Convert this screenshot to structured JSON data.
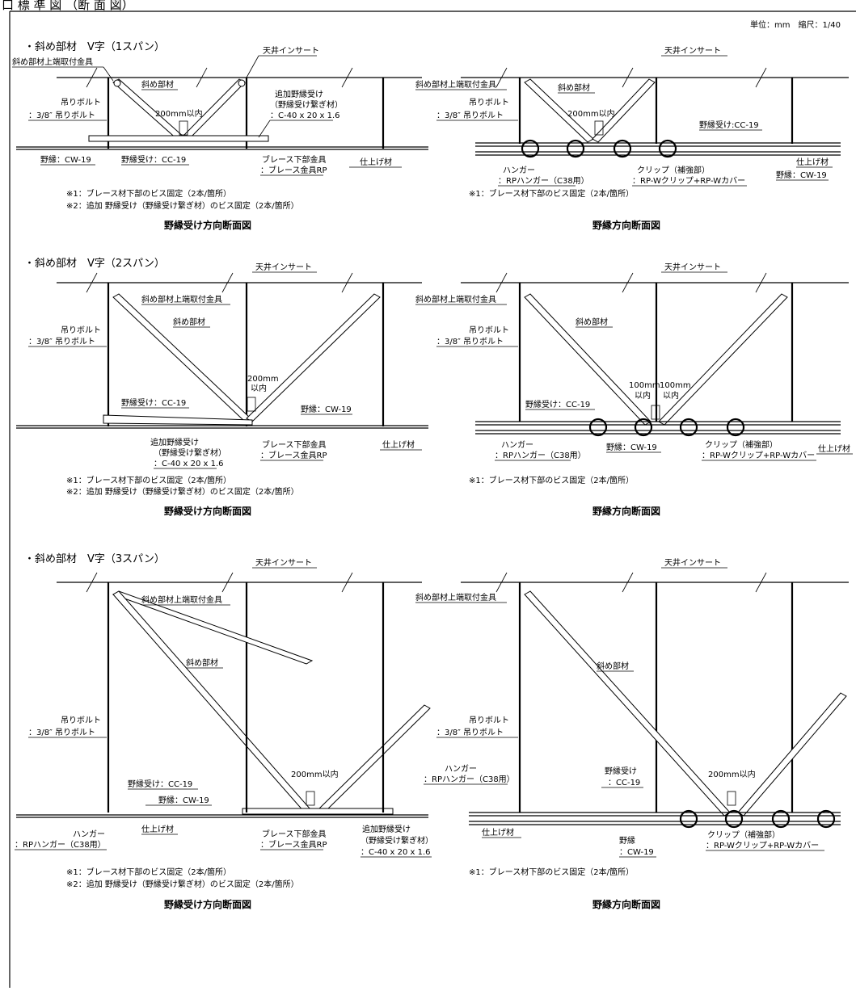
{
  "sheet": {
    "header": "口 標 準 図 （断 面 図）",
    "scale": "単位：mm　縮尺：1/40"
  },
  "labels": {
    "insert": "天井インサート",
    "brace": "斜め部材",
    "brace_top": "斜め部材上端取付金具",
    "bolt1": "吊りボルト",
    "bolt2": "：3/8″ 吊りボルト",
    "within200": "200mm以内",
    "within200a": "200mm",
    "within200b": "以内",
    "within100a": "100mm",
    "within100b": "以内",
    "add1": "追加野縁受け",
    "add2": "（野縁受け繋ぎ材）",
    "add3": "：C-40 x 20 x 1.6",
    "nobuchi": "野縁：CW-19",
    "nobuchiuke": "野縁受け：CC-19",
    "nobuchiuke_a": "野縁受け",
    "nobuchiuke_b": "：CC-19",
    "nobuchi_a": "野縁",
    "nobuchi_b": "：CW-19",
    "bl1": "ブレース下部金具",
    "bl2": "：ブレース金具RP",
    "finish": "仕上げ材",
    "hanger1": "ハンガー",
    "hanger2": "：RPハンガー（C38用）",
    "clip1": "クリップ（補強部）",
    "clip2": "：RP-Wクリップ+RP-Wカバー",
    "clip_plain": "クリップ（補強部）",
    "nobuchiuke_colon": "野縁受け:CC-19",
    "note1": "※1：ブレース材下部のビス固定（2本/箇所）",
    "note2": "※2：追加 野縁受け（野縁受け繋ぎ材）のビス固定（2本/箇所）"
  },
  "sections": [
    {
      "heading": "・斜め部材　V字（1スパン）",
      "left_title": "野縁受け方向断面図",
      "right_title": "野縁方向断面図"
    },
    {
      "heading": "・斜め部材　V字（2スパン）",
      "left_title": "野縁受け方向断面図",
      "right_title": "野縁方向断面図"
    },
    {
      "heading": "・斜め部材　V字（3スパン）",
      "left_title": "野縁受け方向断面図",
      "right_title": "野縁方向断面図"
    }
  ]
}
